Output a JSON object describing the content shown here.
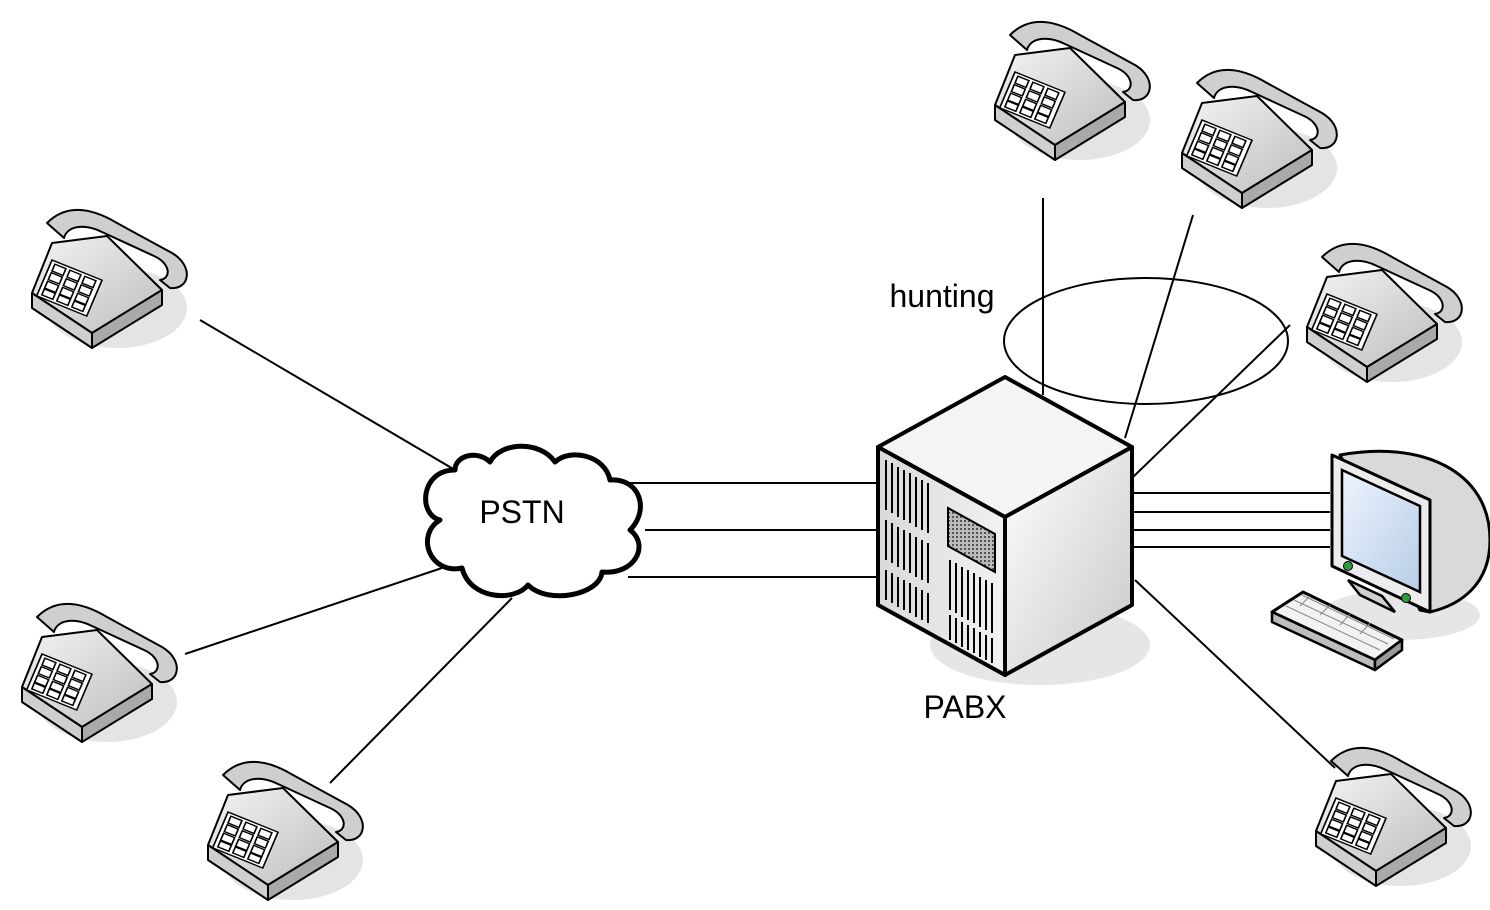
{
  "diagram": {
    "labels": {
      "pstn": "PSTN",
      "pabx": "PABX",
      "hunting": "hunting"
    },
    "icons": {
      "phone": "telephone-icon",
      "cloud": "cloud-icon",
      "server": "pabx-server-icon",
      "computer": "computer-terminal-icon"
    },
    "colors": {
      "line": "#000000",
      "phone_body": "#d8d8d8",
      "phone_shadow": "#e2e2e2",
      "screen": "#cfe0f5",
      "led": "#2e9c3c"
    }
  }
}
